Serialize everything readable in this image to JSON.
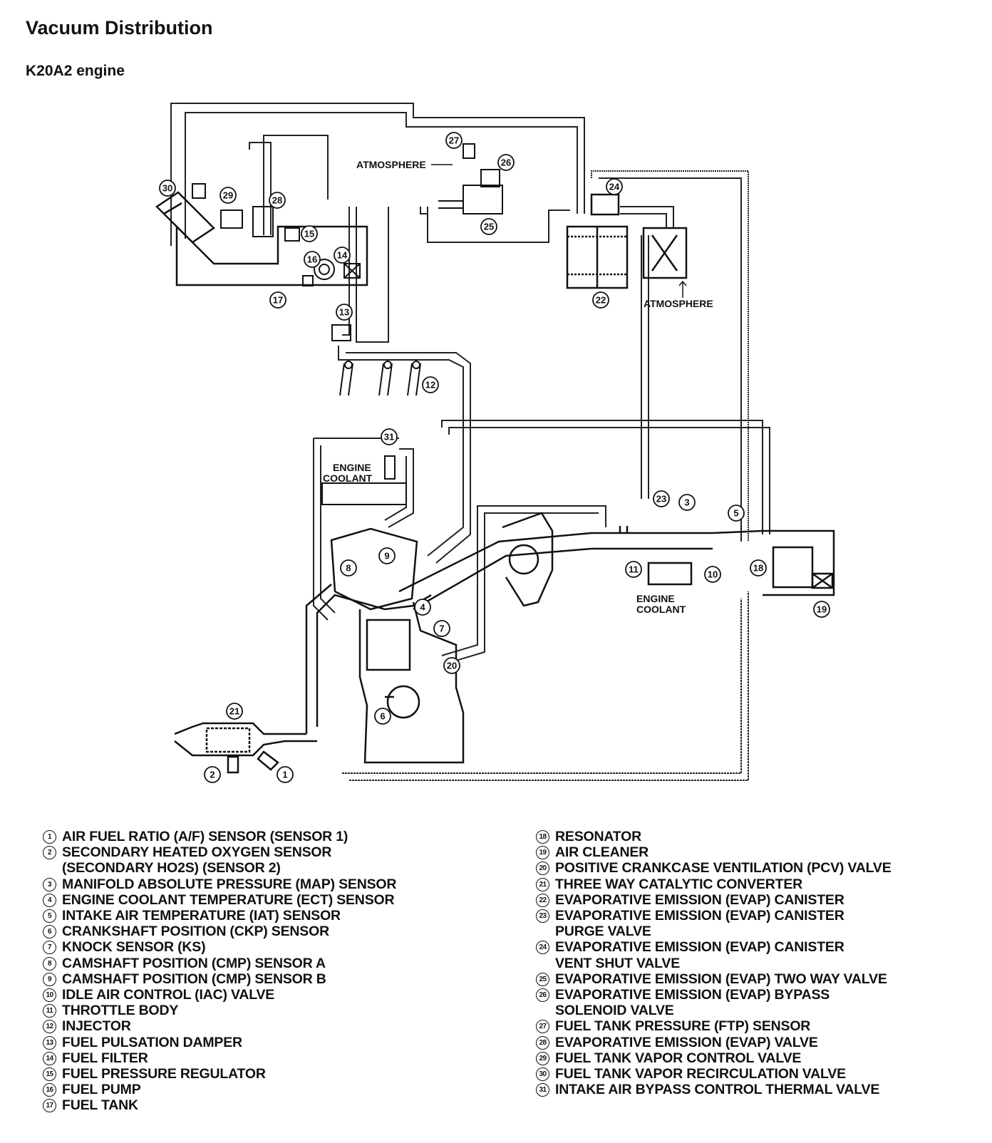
{
  "header": {
    "title": "Vacuum Distribution",
    "subtitle": "K20A2 engine"
  },
  "diagram": {
    "labels": {
      "atmosphere_top": "ATMOSPHERE",
      "atmosphere_right": "ATMOSPHERE",
      "engine_coolant_upper_1": "ENGINE",
      "engine_coolant_upper_2": "COOLANT",
      "engine_coolant_lower_1": "ENGINE",
      "engine_coolant_lower_2": "COOLANT"
    },
    "callouts": [
      "1",
      "2",
      "3",
      "4",
      "5",
      "6",
      "7",
      "8",
      "9",
      "10",
      "11",
      "12",
      "13",
      "14",
      "15",
      "16",
      "17",
      "18",
      "19",
      "20",
      "21",
      "22",
      "23",
      "24",
      "25",
      "26",
      "27",
      "28",
      "29",
      "30",
      "31"
    ]
  },
  "legend": {
    "left": [
      {
        "num": "1",
        "text": "AIR FUEL RATIO (A/F) SENSOR (SENSOR 1)"
      },
      {
        "num": "2",
        "text": "SECONDARY HEATED OXYGEN SENSOR\n(SECONDARY HO2S) (SENSOR 2)"
      },
      {
        "num": "3",
        "text": "MANIFOLD ABSOLUTE PRESSURE (MAP) SENSOR"
      },
      {
        "num": "4",
        "text": "ENGINE COOLANT TEMPERATURE (ECT) SENSOR"
      },
      {
        "num": "5",
        "text": "INTAKE AIR TEMPERATURE (IAT) SENSOR"
      },
      {
        "num": "6",
        "text": "CRANKSHAFT POSITION (CKP) SENSOR"
      },
      {
        "num": "7",
        "text": "KNOCK SENSOR (KS)"
      },
      {
        "num": "8",
        "text": "CAMSHAFT POSITION (CMP) SENSOR A"
      },
      {
        "num": "9",
        "text": "CAMSHAFT POSITION (CMP) SENSOR B"
      },
      {
        "num": "10",
        "text": "IDLE AIR CONTROL (IAC) VALVE"
      },
      {
        "num": "11",
        "text": "THROTTLE BODY"
      },
      {
        "num": "12",
        "text": "INJECTOR"
      },
      {
        "num": "13",
        "text": "FUEL PULSATION DAMPER"
      },
      {
        "num": "14",
        "text": "FUEL FILTER"
      },
      {
        "num": "15",
        "text": "FUEL PRESSURE REGULATOR"
      },
      {
        "num": "16",
        "text": "FUEL PUMP"
      },
      {
        "num": "17",
        "text": "FUEL TANK"
      }
    ],
    "right": [
      {
        "num": "18",
        "text": "RESONATOR"
      },
      {
        "num": "19",
        "text": "AIR CLEANER"
      },
      {
        "num": "20",
        "text": "POSITIVE CRANKCASE VENTILATION (PCV) VALVE"
      },
      {
        "num": "21",
        "text": "THREE WAY CATALYTIC CONVERTER"
      },
      {
        "num": "22",
        "text": "EVAPORATIVE EMISSION (EVAP) CANISTER"
      },
      {
        "num": "23",
        "text": "EVAPORATIVE EMISSION (EVAP) CANISTER\nPURGE VALVE"
      },
      {
        "num": "24",
        "text": "EVAPORATIVE EMISSION (EVAP) CANISTER\nVENT SHUT VALVE"
      },
      {
        "num": "25",
        "text": "EVAPORATIVE EMISSION (EVAP) TWO WAY VALVE"
      },
      {
        "num": "26",
        "text": "EVAPORATIVE EMISSION (EVAP) BYPASS\nSOLENOID VALVE"
      },
      {
        "num": "27",
        "text": "FUEL TANK PRESSURE (FTP) SENSOR"
      },
      {
        "num": "28",
        "text": "EVAPORATIVE EMISSION (EVAP) VALVE"
      },
      {
        "num": "29",
        "text": "FUEL TANK VAPOR CONTROL VALVE"
      },
      {
        "num": "30",
        "text": "FUEL TANK VAPOR RECIRCULATION VALVE"
      },
      {
        "num": "31",
        "text": "INTAKE AIR BYPASS CONTROL THERMAL VALVE"
      }
    ]
  }
}
